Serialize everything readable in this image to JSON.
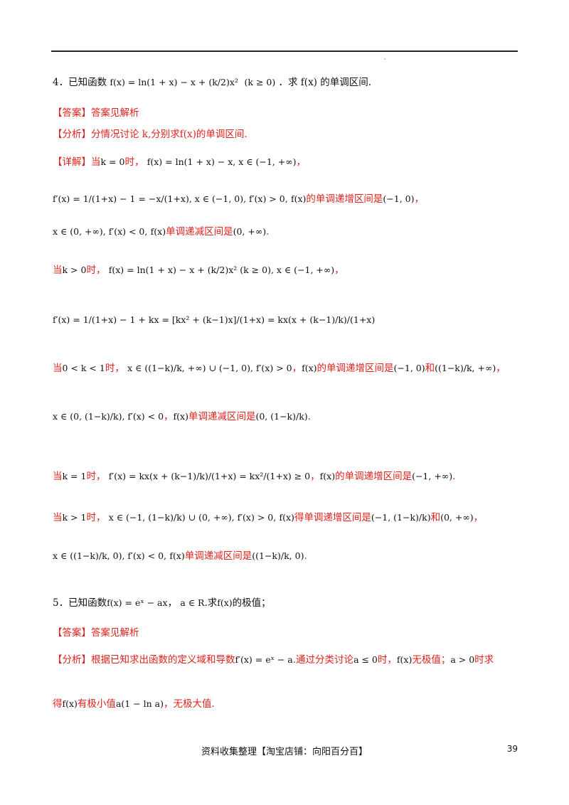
{
  "problem4": {
    "stem_prefix": "4．已知函数",
    "stem_func": "f(x) = ln(1 + x) − x + (k/2)x²",
    "stem_cond": "(k ≥ 0)",
    "stem_suffix": "．求 f(x) 的单调区间."
  },
  "answer4": {
    "tag": "【答案】",
    "text": "答案见解析"
  },
  "analysis4": {
    "tag": "【分析】",
    "text": "分情况讨论 k,分别求f(x)的单调区间."
  },
  "detail4": {
    "tag": "【详解】",
    "l1_a": "当",
    "l1_math": "k = 0",
    "l1_b": "时，",
    "l1_math2": "f(x) = ln(1 + x) − x, x ∈ (−1, +∞)",
    "l1_c": "，",
    "l2_math": "f′(x) = 1/(1+x) − 1 = −x/(1+x), x ∈ (−1, 0), f′(x) > 0,",
    "l2_fx": "f(x)",
    "l2_text": "的单调递增区间是",
    "l2_int": "(−1, 0)",
    "l2_end": "，",
    "l3_math": "x ∈ (0, +∞), f′(x) < 0,",
    "l3_fx": "f(x)",
    "l3_text": "单调递减区间是",
    "l3_int": "(0, +∞)",
    "l3_end": ".",
    "l4_a": "当",
    "l4_math": "k > 0",
    "l4_b": "时，",
    "l4_math2": "f(x) = ln(1 + x) − x + (k/2)x²  (k ≥ 0), x ∈ (−1, +∞)",
    "l4_end": "，",
    "l5_math": "f′(x) = 1/(1+x) − 1 + kx = [kx² + (k−1)x]/(1+x) = kx(x + (k−1)/k)/(1+x)",
    "l6_a": "当",
    "l6_math": "0 < k < 1",
    "l6_b": "时，",
    "l6_math2": "x ∈ ((1−k)/k, +∞) ∪ (−1, 0), f′(x) > 0",
    "l6_c": "，",
    "l6_fx": "f(x)",
    "l6_text": "的单调递增区间是",
    "l6_int1": "(−1, 0)",
    "l6_and": "和",
    "l6_int2": "((1−k)/k, +∞)",
    "l6_end": "，",
    "l7_math": "x ∈ (0, (1−k)/k), f′(x) < 0",
    "l7_c": "，",
    "l7_fx": "f(x)",
    "l7_text": "单调递减区间是",
    "l7_int": "(0, (1−k)/k)",
    "l7_end": ".",
    "l8_a": "当",
    "l8_math": "k = 1",
    "l8_b": "时，",
    "l8_math2": "f′(x) = kx(x + (k−1)/k)/(1+x) = kx²/(1+x) ≥ 0",
    "l8_c": "，",
    "l8_fx": "f(x)",
    "l8_text": "的单调递增区间是",
    "l8_int": "(−1, +∞)",
    "l8_end": ".",
    "l9_a": "当",
    "l9_math": "k > 1",
    "l9_b": "时，",
    "l9_math2": "x ∈ (−1, (1−k)/k) ∪ (0, +∞), f′(x) > 0,",
    "l9_fx": "f(x)",
    "l9_text": "得单调递增区间是",
    "l9_int1": "(−1, (1−k)/k)",
    "l9_and": "和",
    "l9_int2": "(0, +∞)",
    "l9_end": "，",
    "l10_math": "x ∈ ((1−k)/k, 0), f′(x) < 0,",
    "l10_fx": "f(x)",
    "l10_text": "单调递减区间是",
    "l10_int": "((1−k)/k, 0)",
    "l10_end": "."
  },
  "problem5": {
    "stem_prefix": "5．已知函数",
    "stem_func": "f(x) = eˣ − ax",
    "stem_mid": "，",
    "stem_cond": "a ∈ R",
    "stem_mid2": ".求",
    "stem_fx": "f(x)",
    "stem_suffix": "的极值；"
  },
  "answer5": {
    "tag": "【答案】",
    "text": "答案见解析"
  },
  "analysis5": {
    "tag": "【分析】",
    "t1": "根据已知求出函数的定义域和导数",
    "m1": "f′(x) = eˣ − a",
    "t2": ".通过分类讨论",
    "m2": "a ≤ 0",
    "t3": "时，",
    "m3": "f(x)",
    "t4": "无极值；",
    "m4": "a > 0",
    "t5": "时求",
    "t6": "得",
    "m5": "f(x)",
    "t7": "有极小值",
    "m6": "a(1 − ln a)",
    "t8": "，无极大值."
  },
  "footer": {
    "text": "资料收集整理【淘宝店铺：向阳百分百】",
    "page": "39"
  }
}
